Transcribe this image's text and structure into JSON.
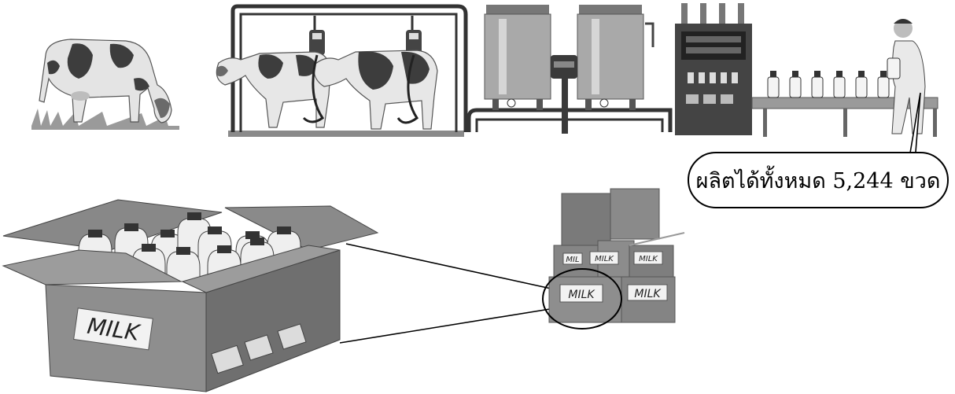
{
  "callout": {
    "text": "ผลิตได้ทั้งหมด 5,244 ขวด"
  },
  "labels": {
    "big_box": "MILK",
    "stack_box_1": "MIL",
    "stack_box_2": "MILK",
    "stack_box_3": "MILK",
    "stack_box_4": "MILK",
    "stack_box_5": "MILK"
  },
  "colors": {
    "box": "#8e8e8e",
    "box_dark": "#6f6f6f",
    "cow_spot": "#3d3d3d",
    "machine": "#4a4a4a"
  }
}
